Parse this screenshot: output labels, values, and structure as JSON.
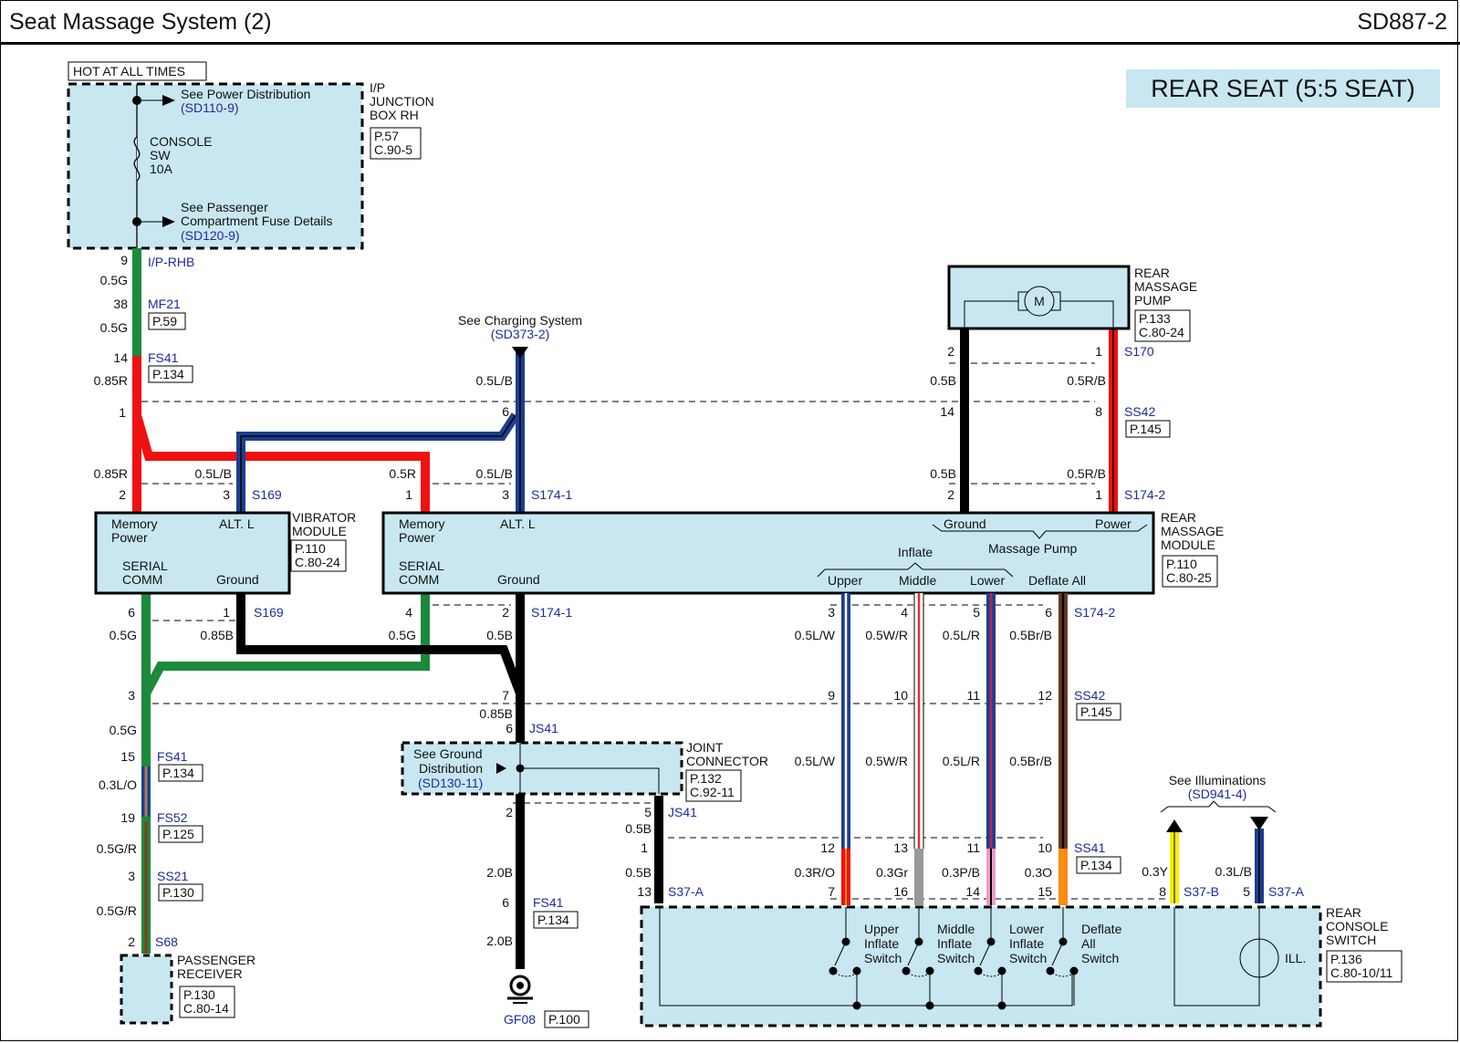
{
  "header": {
    "title": "Seat Massage System (2)",
    "code": "SD887-2"
  },
  "badge": "REAR SEAT (5:5 SEAT)",
  "colors": {
    "module_fill": "#c8e7f0",
    "ref_blue": "#1f2aa0",
    "green": "#1b8a3a",
    "red": "#f01010",
    "blue": "#1c3f8f",
    "black": "#000000",
    "brown": "#6b3a22",
    "yellow": "#f5f000",
    "orange": "#ff8a10",
    "gray": "#999999",
    "pink": "#f09ac8"
  },
  "hot": "HOT AT ALL TIMES",
  "junction": {
    "name": [
      "I/P",
      "JUNCTION",
      "BOX RH"
    ],
    "ref": [
      "P.57",
      "C.90-5"
    ],
    "power_dist": "See Power Distribution",
    "power_dist_ref": "(SD110-9)",
    "fuse": [
      "CONSOLE",
      "SW",
      "10A"
    ],
    "pass_fuse": [
      "See Passenger",
      "Compartment Fuse Details"
    ],
    "pass_fuse_ref": "(SD120-9)"
  },
  "left_wire": {
    "pin9": "9",
    "conn_iprhb": "I/P-RHB",
    "w1": "0.5G",
    "pin38": "38",
    "conn_mf21": "MF21",
    "ref_mf21": "P.59",
    "w2": "0.5G",
    "pin14": "14",
    "conn_fs41": "FS41",
    "ref_fs41": "P.134",
    "w3": "0.85R",
    "pin1": "1",
    "w4": "0.85R",
    "pin2": "2"
  },
  "charging": {
    "label": "See Charging System",
    "ref": "(SD373-2)",
    "w1": "0.5L/B",
    "pin6": "6",
    "w2": "0.5L/B",
    "pin3": "3",
    "conn": "S174-1"
  },
  "vib_top": {
    "w_lb": "0.5L/B",
    "pin3": "3",
    "conn": "S169"
  },
  "rmm_top": {
    "w_r": "0.5R",
    "pin1": "1"
  },
  "vibrator": {
    "mem": [
      "Memory",
      "Power"
    ],
    "alt": "ALT. L",
    "serial": [
      "SERIAL",
      "COMM"
    ],
    "ground": "Ground",
    "name": [
      "VIBRATOR",
      "MODULE"
    ],
    "ref": [
      "P.110",
      "C.80-24"
    ]
  },
  "rmm": {
    "mem": [
      "Memory",
      "Power"
    ],
    "alt": "ALT. L",
    "serial": [
      "SERIAL",
      "COMM"
    ],
    "ground": "Ground",
    "pump_ground": "Ground",
    "pump_power": "Power",
    "massage_pump": "Massage Pump",
    "inflate": "Inflate",
    "upper": "Upper",
    "middle": "Middle",
    "lower": "Lower",
    "deflate": "Deflate All",
    "name": [
      "REAR",
      "MASSAGE",
      "MODULE"
    ],
    "ref": [
      "P.110",
      "C.80-25"
    ]
  },
  "pump": {
    "motor": "M",
    "name": [
      "REAR",
      "MASSAGE",
      "PUMP"
    ],
    "ref": [
      "P.133",
      "C.80-24"
    ],
    "pin2": "2",
    "pin1": "1",
    "conn_s170": "S170",
    "w_b": "0.5B",
    "w_rb": "0.5R/B",
    "pin14": "14",
    "pin8": "8",
    "conn_ss42": "SS42",
    "ref_ss42": "P.145",
    "w_b2": "0.5B",
    "w_rb2": "0.5R/B",
    "pin2b": "2",
    "pin1b": "1",
    "conn_s1742": "S174-2"
  },
  "vib_bottom": {
    "pin6": "6",
    "pin1": "1",
    "conn": "S169",
    "w_g": "0.5G",
    "w_b": "0.85B"
  },
  "rmm_bottom": {
    "pin4": "4",
    "pin2": "2",
    "conn": "S174-1",
    "w_g": "0.5G",
    "w_b": "0.5B"
  },
  "lower_left": {
    "pin3": "3",
    "w1": "0.5G",
    "pin15": "15",
    "conn_fs41": "FS41",
    "ref_fs41": "P.134",
    "w2": "0.3L/O",
    "pin19": "19",
    "conn_fs52": "FS52",
    "ref_fs52": "P.125",
    "w3": "0.5G/R",
    "pin3b": "3",
    "conn_ss21": "SS21",
    "ref_ss21": "P.130",
    "w4": "0.5G/R",
    "pin2": "2",
    "conn_s68": "S68",
    "receiver": [
      "PASSENGER",
      "RECEIVER"
    ],
    "receiver_ref": [
      "P.130",
      "C.80-14"
    ]
  },
  "ground": {
    "pin7": "7",
    "w1": "0.85B",
    "pin6": "6",
    "conn_js41": "JS41",
    "gd_label": [
      "See Ground",
      "Distribution"
    ],
    "gd_ref": "(SD130-11)",
    "joint": [
      "JOINT",
      "CONNECTOR"
    ],
    "joint_ref": [
      "P.132",
      "C.92-11"
    ],
    "pin2": "2",
    "w2": "2.0B",
    "pin6b": "6",
    "conn_fs41": "FS41",
    "ref_fs41": "P.134",
    "w3": "2.0B",
    "gf": "GF08",
    "gf_ref": "P.100",
    "pin5": "5",
    "conn_js41b": "JS41",
    "w4": "0.5B",
    "pin1": "1",
    "w5": "0.5B",
    "pin13": "13",
    "conn_s37a": "S37-A"
  },
  "switch_wires": [
    {
      "pin_top": "3",
      "w_top": "0.5L/W",
      "pin_mid": "9",
      "w_mid": "0.5L/W",
      "pin_ss": "12",
      "w_bot": "0.3R/O",
      "pin_bot": "7"
    },
    {
      "pin_top": "4",
      "w_top": "0.5W/R",
      "pin_mid": "10",
      "w_mid": "0.5W/R",
      "pin_ss": "13",
      "w_bot": "0.3Gr",
      "pin_bot": "16"
    },
    {
      "pin_top": "5",
      "w_top": "0.5L/R",
      "pin_mid": "11",
      "w_mid": "0.5L/R",
      "pin_ss": "11",
      "w_bot": "0.3P/B",
      "pin_bot": "14"
    },
    {
      "pin_top": "6",
      "w_top": "0.5Br/B",
      "pin_mid": "12",
      "w_mid": "0.5Br/B",
      "pin_ss": "10",
      "w_bot": "0.3O",
      "pin_bot": "15"
    }
  ],
  "switch_conns": {
    "s1742": "S174-2",
    "ss42": "SS42",
    "ss42_ref": "P.145",
    "ss41": "SS41",
    "ss41_ref": "P.134"
  },
  "switches": [
    [
      "Upper",
      "Inflate",
      "Switch"
    ],
    [
      "Middle",
      "Inflate",
      "Switch"
    ],
    [
      "Lower",
      "Inflate",
      "Switch"
    ],
    [
      "Deflate",
      "All",
      "Switch"
    ]
  ],
  "illum": {
    "label": "See Illuminations",
    "ref": "(SD941-4)",
    "w_y": "0.3Y",
    "pin8": "8",
    "conn_b": "S37-B",
    "w_lb": "0.3L/B",
    "pin5": "5",
    "conn_a": "S37-A",
    "ill": "ILL."
  },
  "console": {
    "name": [
      "REAR",
      "CONSOLE",
      "SWITCH"
    ],
    "ref": [
      "P.136",
      "C.80-10/11"
    ]
  }
}
